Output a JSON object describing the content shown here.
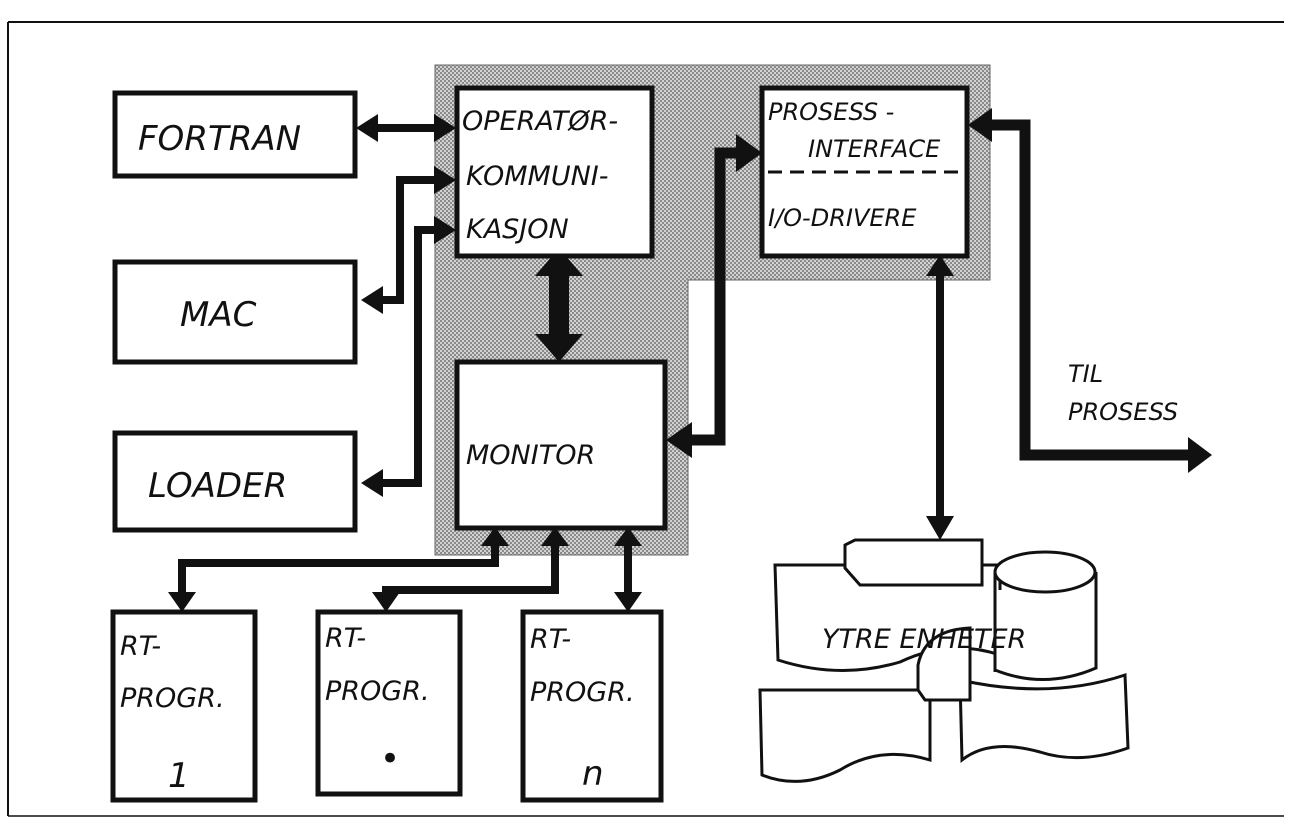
{
  "colors": {
    "ink": "#111111",
    "paper": "#ffffff",
    "shade": "#b5b5b5"
  },
  "blocks": {
    "fortran": "FORTRAN",
    "mac": "MAC",
    "loader": "LOADER",
    "operator": [
      "OPERATØR-",
      "KOMMUNI-",
      "KASJON"
    ],
    "process_interface": [
      "PROSESS -",
      "INTERFACE"
    ],
    "io_drivers": "I/O-DRIVERE",
    "monitor": "MONITOR",
    "rt_programs": [
      {
        "line1": "RT-",
        "line2": "PROGR.",
        "line3": "1"
      },
      {
        "line1": "RT-",
        "line2": "PROGR.",
        "line3": "•"
      },
      {
        "line1": "RT-",
        "line2": "PROGR.",
        "line3": "n"
      }
    ]
  },
  "labels": {
    "to_process": [
      "TIL",
      "PROSESS"
    ],
    "external_units": "YTRE ENHETER"
  }
}
